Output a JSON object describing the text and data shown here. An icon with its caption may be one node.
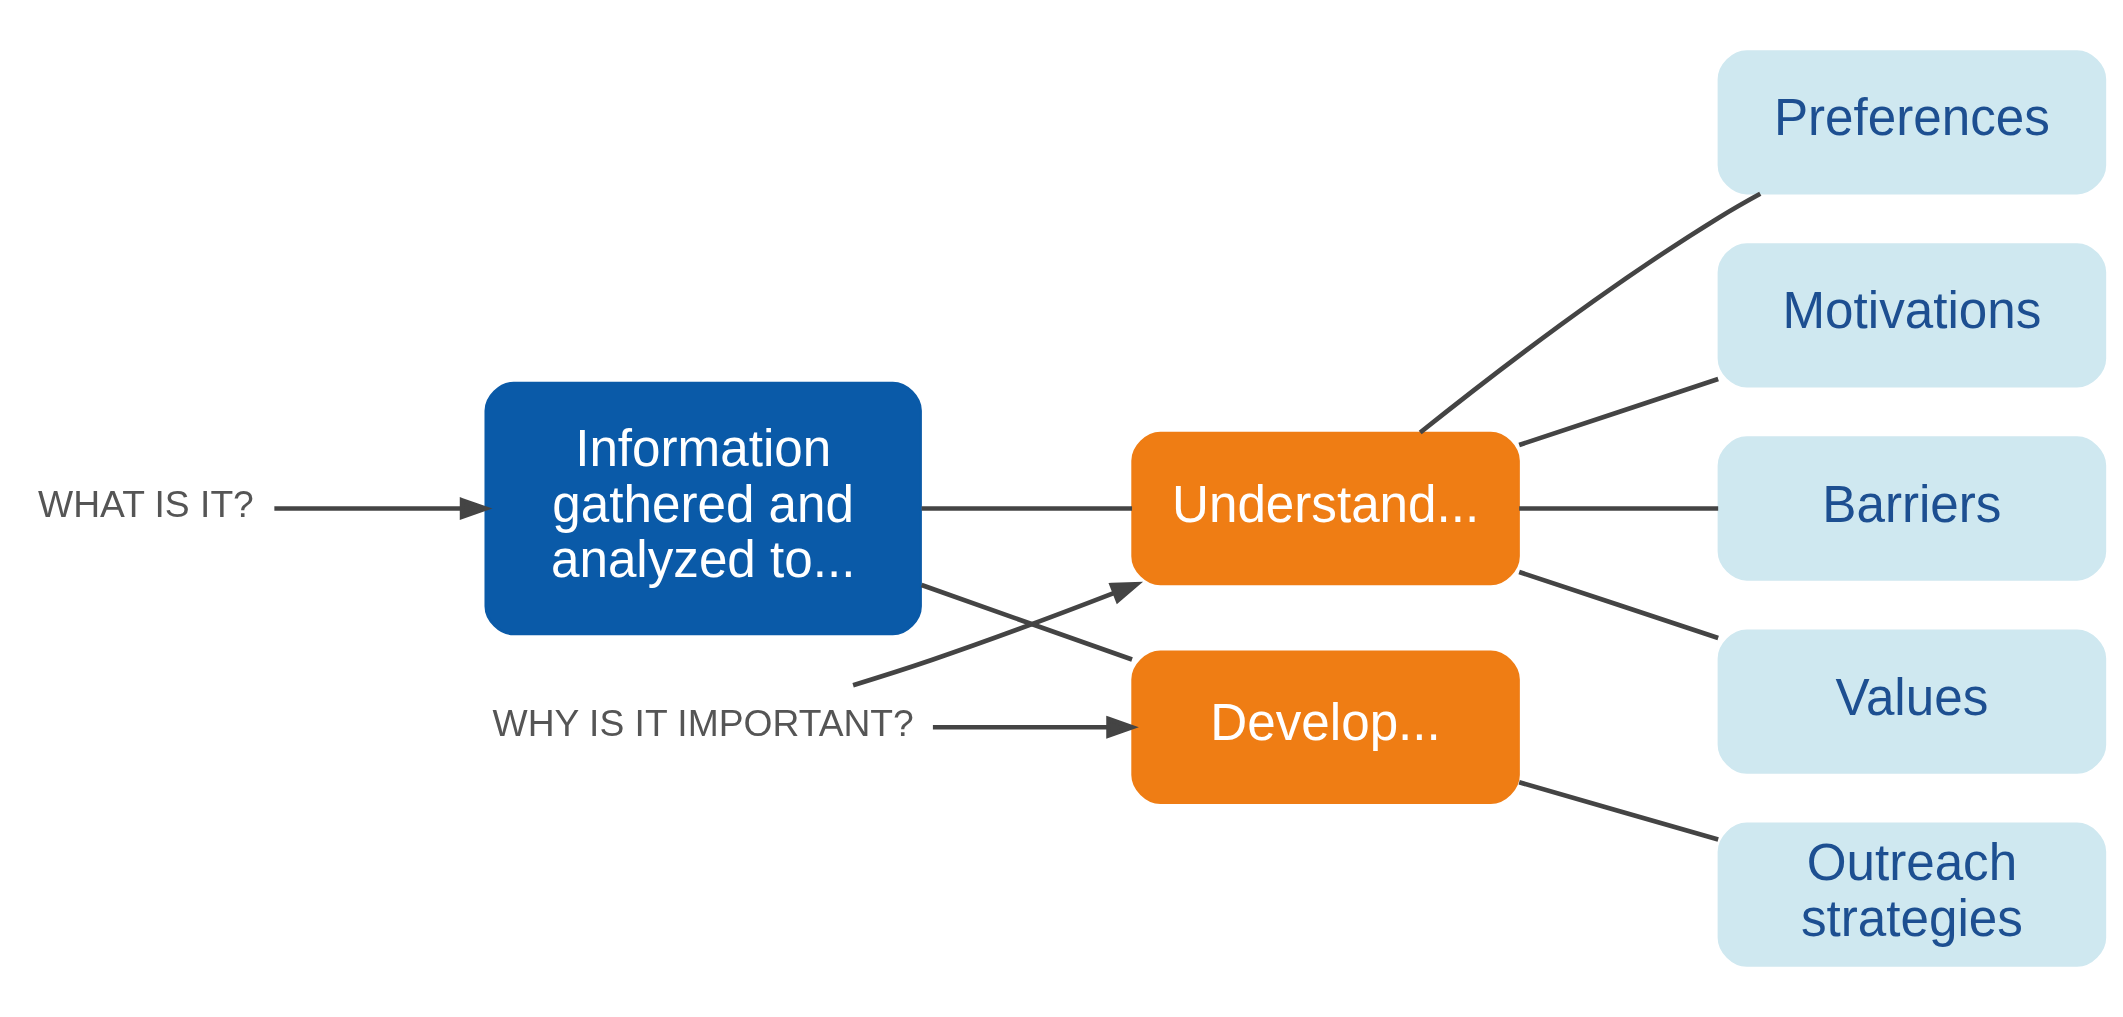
{
  "diagram": {
    "nodes": [
      {
        "text": [
          "WHAT IS IT?"
        ]
      },
      {
        "text": [
          "Information gathered and analyzed to..."
        ]
      },
      {
        "text": [
          "Understand..."
        ]
      },
      {
        "text": [
          "Develop..."
        ]
      },
      {
        "text": [
          "WHY IS IT IMPORTANT?"
        ]
      },
      {
        "text": [
          "Values"
        ]
      },
      {
        "text": [
          "Preferences"
        ]
      },
      {
        "text": [
          "Motivations"
        ]
      },
      {
        "text": [
          "Barriers"
        ]
      },
      {
        "text": [
          "Outreach strategies"
        ]
      }
    ],
    "edges": [
      {
        "from": 0,
        "to": 1,
        "arrow": "to"
      },
      {
        "from": 1,
        "to": 2,
        "arrow": "none"
      },
      {
        "from": 1,
        "to": 3,
        "arrow": "none"
      },
      {
        "from": 4,
        "to": 2,
        "arrow": "to"
      },
      {
        "from": 4,
        "to": 3,
        "arrow": "to"
      },
      {
        "from": 2,
        "to": 5,
        "arrow": "none"
      },
      {
        "from": 2,
        "to": 6,
        "arrow": "none"
      },
      {
        "from": 2,
        "to": 7,
        "arrow": "none"
      },
      {
        "from": 2,
        "to": 8,
        "arrow": "none"
      },
      {
        "from": 3,
        "to": 9,
        "arrow": "none"
      }
    ]
  }
}
